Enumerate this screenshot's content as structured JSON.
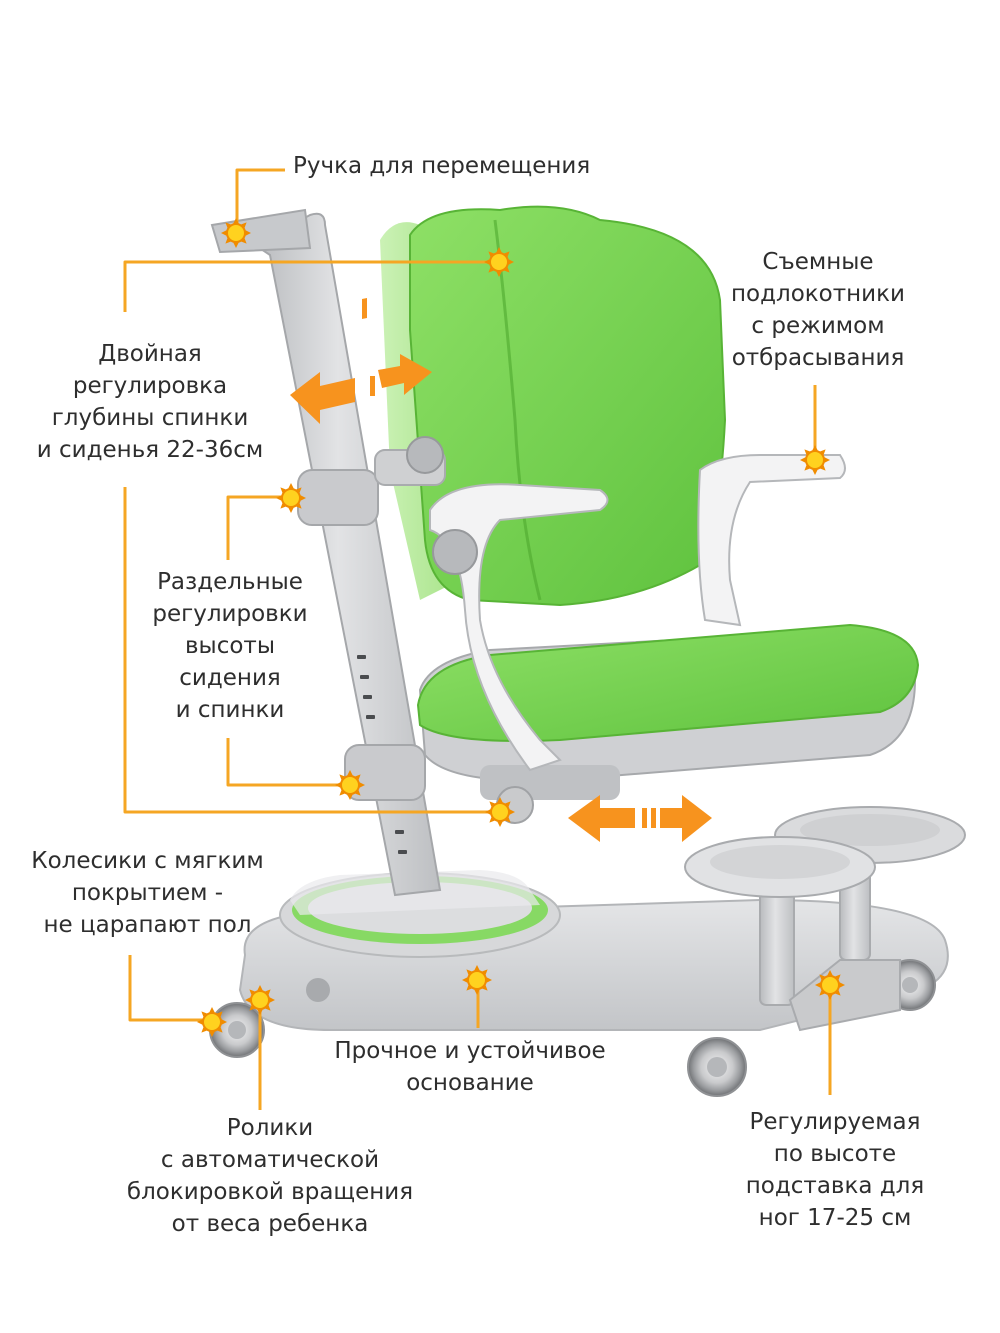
{
  "colors": {
    "accent": "#f5a623",
    "marker_core": "#ffd21f",
    "marker_ray": "#f08c00",
    "chair_green": "#7ed957",
    "chair_green_dark": "#5cbf3c",
    "frame_grey": "#cfd0d2",
    "frame_grey_dark": "#a9abae",
    "arrow_orange": "#f7931e"
  },
  "labels": {
    "handle": [
      "Ручка для перемещения"
    ],
    "armrests": [
      "Съемные",
      "подлокотники",
      "с режимом",
      "отбрасывания"
    ],
    "depth": [
      "Двойная",
      "регулировка",
      "глубины спинки",
      "и сиденья 22-36см"
    ],
    "height": [
      "Раздельные",
      "регулировки",
      "высоты",
      "сидения",
      "и спинки"
    ],
    "wheels": [
      "Колесики с мягким",
      "покрытием -",
      "не царапают пол"
    ],
    "base": [
      "Прочное и устойчивое",
      "основание"
    ],
    "casters": [
      "Ролики",
      "с автоматической",
      "блокировкой вращения",
      "от веса ребенка"
    ],
    "footrest": [
      "Регулируемая",
      "по высоте",
      "подставка для",
      "ног 17-25 см"
    ]
  }
}
